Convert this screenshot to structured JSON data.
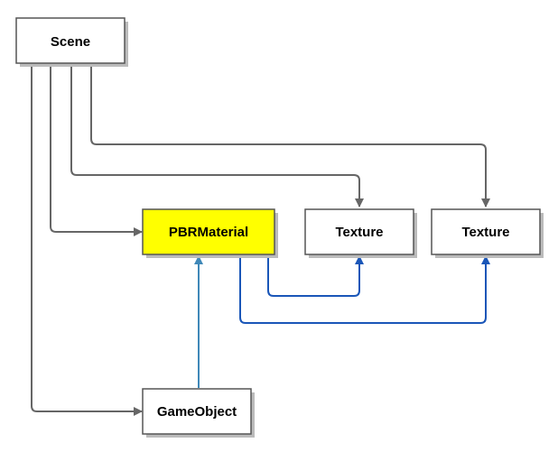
{
  "nodes": {
    "scene": {
      "label": "Scene",
      "fill": "#ffffff"
    },
    "pbr_material": {
      "label": "PBRMaterial",
      "fill": "#ffff00"
    },
    "texture_1": {
      "label": "Texture",
      "fill": "#ffffff"
    },
    "texture_2": {
      "label": "Texture",
      "fill": "#ffffff"
    },
    "game_object": {
      "label": "GameObject",
      "fill": "#ffffff"
    }
  },
  "colors": {
    "gray_edge": "#666666",
    "blue_edge": "#1a56b8",
    "teal_edge": "#3f88b8",
    "border": "#555555",
    "shadow": "#bbbbbb"
  }
}
